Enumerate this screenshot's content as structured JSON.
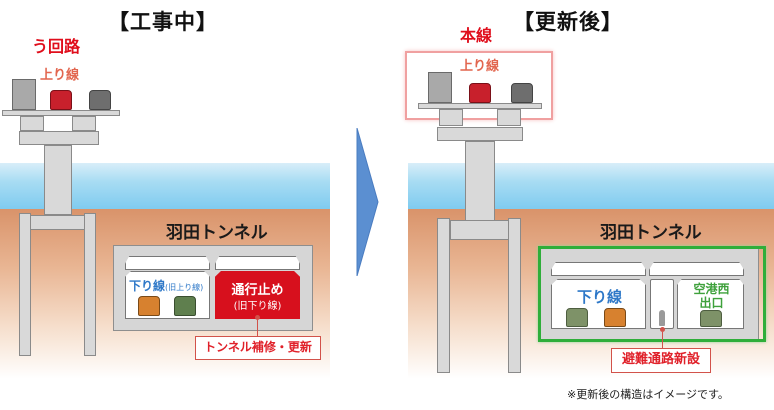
{
  "left_panel": {
    "title": "【工事中】",
    "detour_label": "う回路",
    "upper_line_label": "上り線",
    "tunnel_name": "羽田トンネル",
    "bore_left_label": "下り線",
    "bore_left_sublabel": "(旧上り線)",
    "bore_right_label": "通行止め",
    "bore_right_sublabel": "(旧下り線)",
    "callout": "トンネル補修・更新",
    "vehicles_bridge": [
      "truck",
      "red-car",
      "gray-car"
    ],
    "vehicles_tunnel": [
      "orange-car",
      "green-car"
    ]
  },
  "arrow": {
    "icon": "chevron-right-arrow",
    "color": "#5b8fd1"
  },
  "right_panel": {
    "title": "【更新後】",
    "main_line_label": "本線",
    "upper_line_label": "上り線",
    "tunnel_name": "羽田トンネル",
    "bore_left_label": "下り線",
    "bore_right_label_line1": "空港西",
    "bore_right_label_line2": "出口",
    "callout": "避難通路新設",
    "vehicles_bridge": [
      "truck",
      "red-car",
      "gray-car"
    ],
    "vehicles_tunnel": [
      "green-car",
      "orange-car",
      "green-car"
    ]
  },
  "footnote": "※更新後の構造はイメージです。",
  "colors": {
    "red": "#e00e1c",
    "closed_red": "#d7101d",
    "salmon": "#e2664f",
    "blue": "#2e78c8",
    "green": "#3fa13c",
    "sea": "#7fcbef",
    "ground": "#d9936a"
  }
}
